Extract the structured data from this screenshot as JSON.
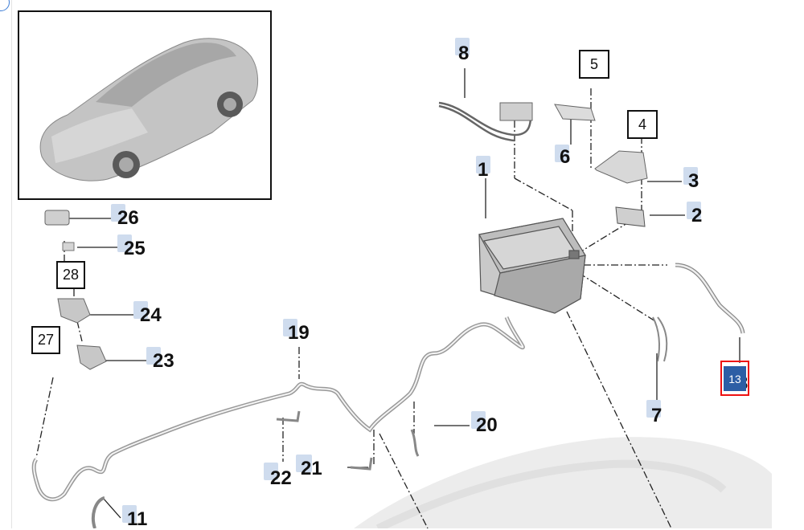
{
  "diagram": {
    "callouts": [
      {
        "id": "1",
        "label": "1"
      },
      {
        "id": "2",
        "label": "2"
      },
      {
        "id": "3",
        "label": "3"
      },
      {
        "id": "6",
        "label": "6"
      },
      {
        "id": "7",
        "label": "7"
      },
      {
        "id": "8",
        "label": "8"
      },
      {
        "id": "11",
        "label": "11"
      },
      {
        "id": "19",
        "label": "19"
      },
      {
        "id": "20",
        "label": "20"
      },
      {
        "id": "21",
        "label": "21"
      },
      {
        "id": "22",
        "label": "22"
      },
      {
        "id": "23",
        "label": "23"
      },
      {
        "id": "24",
        "label": "24"
      },
      {
        "id": "25",
        "label": "25"
      },
      {
        "id": "26",
        "label": "26"
      }
    ],
    "boxed_refs": [
      {
        "id": "4",
        "label": "4"
      },
      {
        "id": "5",
        "label": "5"
      },
      {
        "id": "27",
        "label": "27"
      },
      {
        "id": "28",
        "label": "28"
      }
    ],
    "highlighted": {
      "label": "13",
      "behind": "3"
    }
  }
}
